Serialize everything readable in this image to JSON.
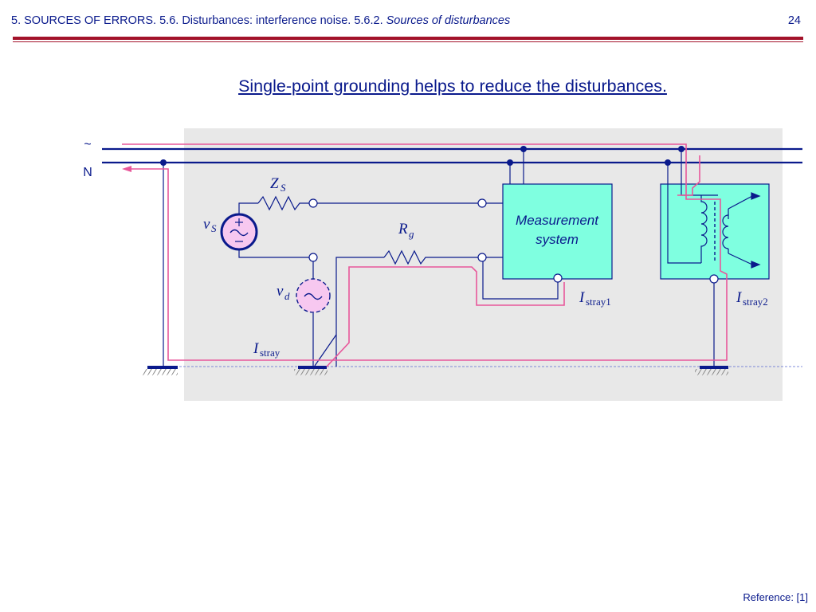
{
  "header": {
    "section_prefix": "5. SOURCES OF ERRORS. 5.6. Disturbances: interference noise. 5.6.2. ",
    "section_italic": "Sources of disturbances",
    "page_number": "24"
  },
  "slide_title": "Single-point grounding helps to reduce the disturbances.",
  "diagram": {
    "line_label_phase": "~",
    "line_label_neutral": "N",
    "zs_main": "Z",
    "zs_sub": "S",
    "vs_main": "v",
    "vs_sub": "S",
    "rg_main": "R",
    "rg_sub": "g",
    "vd_main": "v",
    "vd_sub": "d",
    "measurement_line1": "Measurement",
    "measurement_line2": "system",
    "istray_main": "I",
    "istray_sub": "stray",
    "istray1_main": "I",
    "istray1_sub": "stray1",
    "istray2_main": "I",
    "istray2_sub": "stray2",
    "colors": {
      "wire": "#0a1a8c",
      "stray_current": "#e8579a",
      "panel": "#e8e8e8",
      "box_fill": "#7fffe0",
      "source_fill": "#f7c8f0"
    }
  },
  "footer": {
    "reference": "Reference: [1]"
  }
}
